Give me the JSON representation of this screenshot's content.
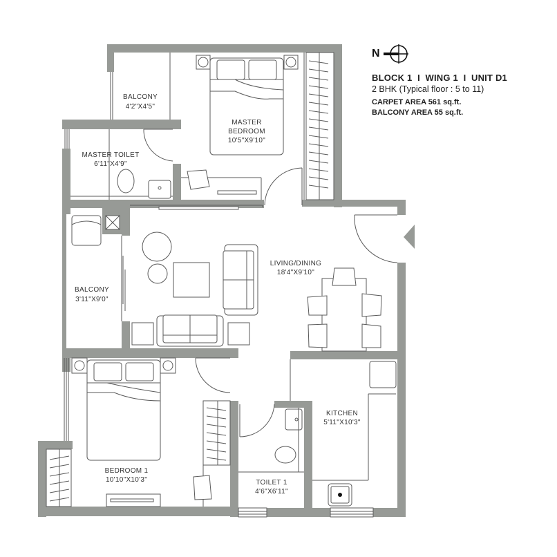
{
  "header": {
    "compass_label": "N",
    "compass_icon": "north-arrow-icon",
    "unit_line": "BLOCK 1  I  WING 1  I  UNIT D1",
    "type_line": "2 BHK (Typical floor : 5 to 11)",
    "carpet_area": "CARPET AREA 561 sq.ft.",
    "balcony_area": "BALCONY AREA 55 sq.ft."
  },
  "rooms": {
    "balcony_top": {
      "name": "BALCONY",
      "size": "4'2\"X4'5\""
    },
    "master_bedroom": {
      "name_1": "MASTER",
      "name_2": "BEDROOM",
      "size": "10'5\"X9'10\""
    },
    "master_toilet": {
      "name": "MASTER TOILET",
      "size": "6'11\"X4'9\""
    },
    "balcony_left": {
      "name": "BALCONY",
      "size": "3'11\"X9'0\""
    },
    "living_dining": {
      "name": "LIVING/DINING",
      "size": "18'4\"X9'10\""
    },
    "bedroom1": {
      "name": "BEDROOM 1",
      "size": "10'10\"X10'3\""
    },
    "toilet1": {
      "name": "TOILET 1",
      "size": "4'6\"X6'11\""
    },
    "kitchen": {
      "name": "KITCHEN",
      "size": "5'11\"X10'3\""
    }
  },
  "colors": {
    "wall": "#979a96",
    "line": "#5a5a5a",
    "background": "#ffffff"
  }
}
